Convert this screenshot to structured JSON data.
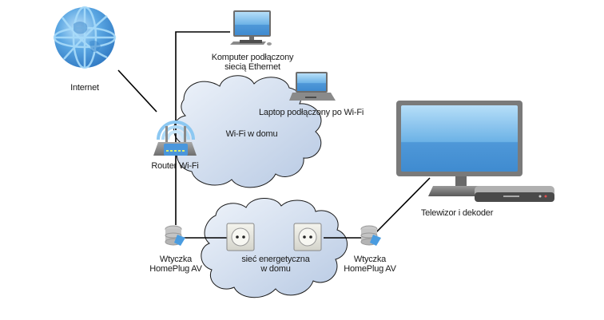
{
  "diagram": {
    "type": "network-topology",
    "nodes": {
      "internet": {
        "label": "Internet",
        "icon": "globe-icon"
      },
      "computer": {
        "label_line1": "Komputer podłączony",
        "label_line2": "siecią Ethernet",
        "icon": "desktop-computer-icon"
      },
      "laptop": {
        "label": "Laptop podłączony po Wi-Fi",
        "icon": "laptop-icon"
      },
      "router": {
        "label": "Router Wi-Fi",
        "icon": "wifi-router-icon"
      },
      "wifi_cloud": {
        "label": "Wi-Fi w domu"
      },
      "power_cloud": {
        "label_line1": "sieć energetyczna",
        "label_line2": "w domu"
      },
      "homeplug_left": {
        "label_line1": "Wtyczka",
        "label_line2": "HomePlug AV",
        "icon": "homeplug-adapter-icon"
      },
      "homeplug_right": {
        "label_line1": "Wtyczka",
        "label_line2": "HomePlug AV",
        "icon": "homeplug-adapter-icon"
      },
      "socket_left": {
        "icon": "power-socket-icon"
      },
      "socket_right": {
        "icon": "power-socket-icon"
      },
      "tv": {
        "label": "Telewizor i dekoder",
        "icon": "tv-and-decoder-icon"
      }
    },
    "edges": [
      [
        "internet",
        "router"
      ],
      [
        "router",
        "computer"
      ],
      [
        "router",
        "homeplug_left"
      ],
      [
        "homeplug_left",
        "socket_left"
      ],
      [
        "socket_right",
        "homeplug_right"
      ],
      [
        "homeplug_right",
        "tv"
      ]
    ],
    "colors": {
      "cloud_fill_light": "#e6edf7",
      "cloud_fill_dark": "#b9cbe4",
      "screen_blue": "#5aa2de",
      "wifi_wave": "#8cc8f2",
      "line": "#000000"
    }
  }
}
